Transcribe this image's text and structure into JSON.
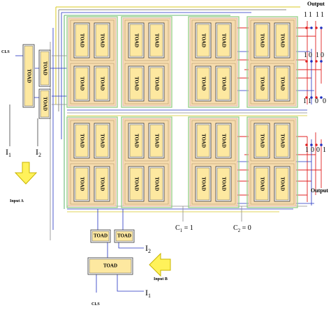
{
  "toad_label": "TOAD",
  "labels": {
    "cls_left": "CLS",
    "cls_bottom": "CLS",
    "i1_left": "I",
    "i1_left_sub": "1",
    "i2_left": "I",
    "i2_left_sub": "2",
    "i2_bottom": "I",
    "i2_bottom_sub": "2",
    "i1_bottom": "I",
    "i1_bottom_sub": "1",
    "input_a": "Input A",
    "input_b": "Input B",
    "output_top": "Output",
    "output_bottom": "Output",
    "c1": "C",
    "c1_sub": "1",
    "c1_val": " = 1",
    "c2": "C",
    "c2_sub": "2",
    "c2_val": " = 0"
  },
  "outputs": {
    "row1": [
      "1",
      "1",
      "1",
      "1"
    ],
    "row2": [
      "1",
      "0",
      "1",
      "0"
    ],
    "row3": [
      "1",
      "1",
      "0",
      "0"
    ],
    "row4": [
      "1",
      "0",
      "0",
      "1"
    ]
  },
  "colors": {
    "module_fill": "#f6dcae",
    "module_border_outer": "#9bd28a",
    "module_border_inner": "#e4b4b4",
    "toad_fill": "#fde8a0",
    "wire_red": "#e02020",
    "wire_blue": "#2030c0",
    "wire_gray": "#8a8a8a",
    "wire_yellow": "#d8c820",
    "wire_green": "#30a040",
    "arrow_fill": "#fff25a",
    "arrow_stroke": "#c8b400"
  }
}
